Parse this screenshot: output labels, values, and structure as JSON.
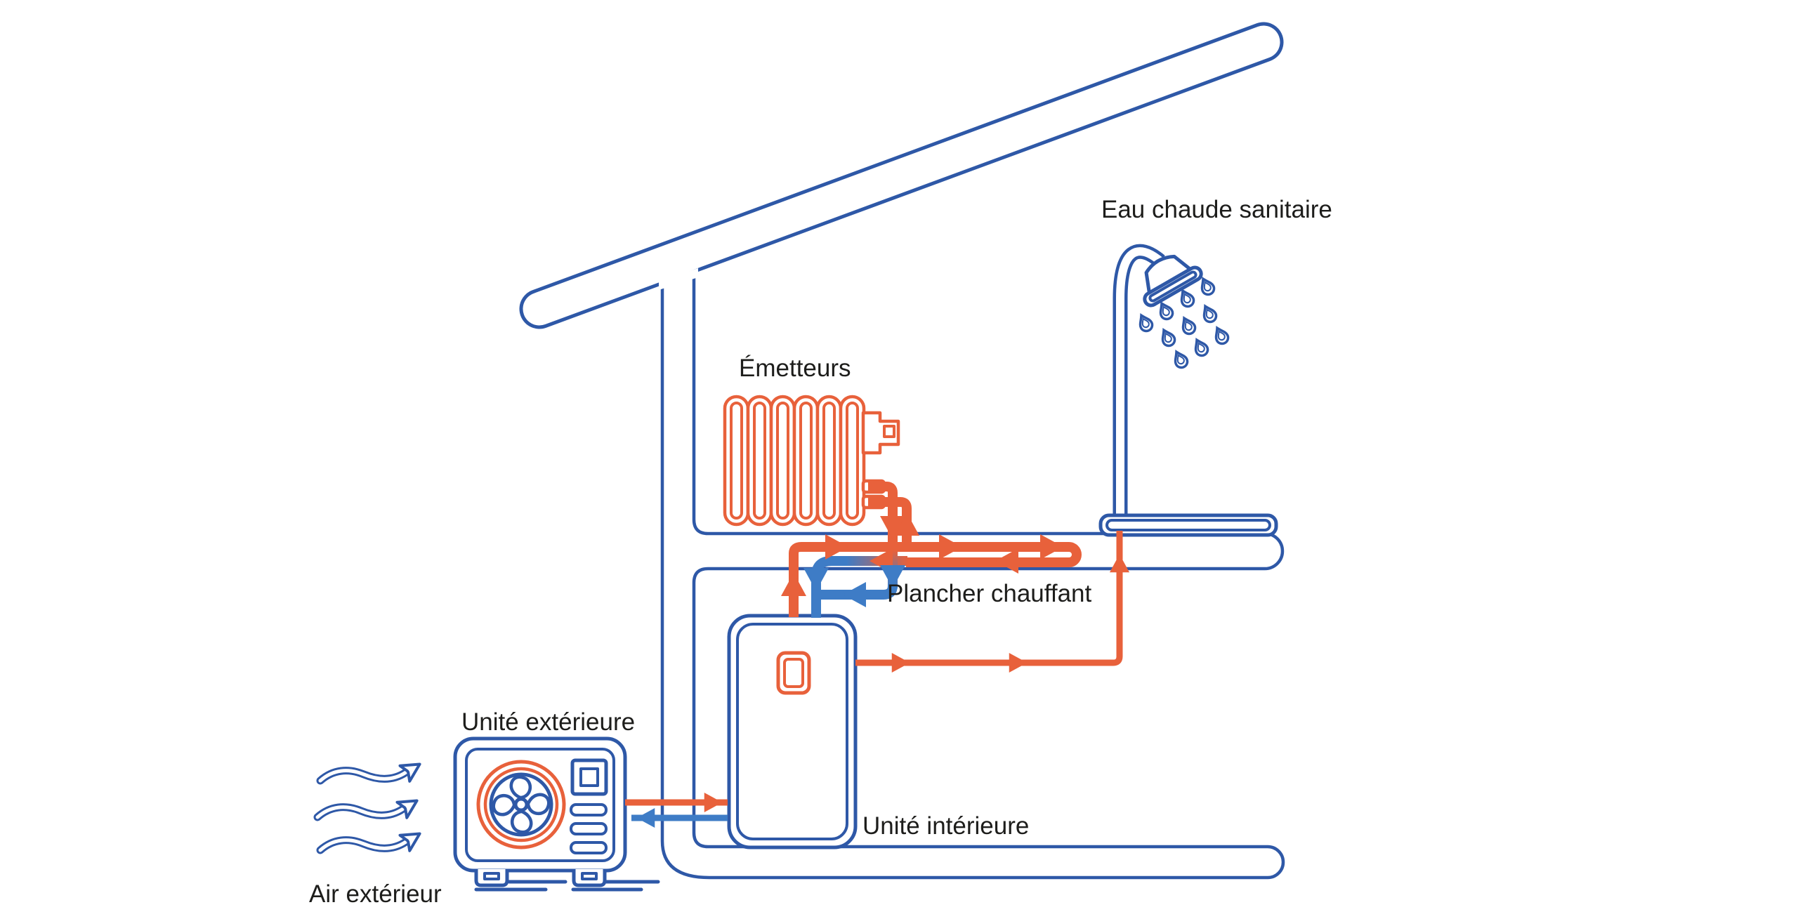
{
  "labels": {
    "eau_chaude_sanitaire": "Eau chaude sanitaire",
    "emetteurs": "Émetteurs",
    "plancher_chauffant": "Plancher chauffant",
    "unite_interieure": "Unité intérieure",
    "unite_exterieure": "Unité extérieure",
    "air_exterieur": "Air extérieur"
  },
  "colors": {
    "house-blue": "#2e58a7",
    "pipe-blue": "#3e7cc6",
    "pipe-orange": "#e8613b",
    "text-dark": "#1d1d1b",
    "background": "#ffffff"
  },
  "icons": {
    "shower": "shower-icon",
    "radiator": "radiator-icon",
    "indoor_unit": "indoor-unit-icon",
    "outdoor_unit": "outdoor-unit-icon",
    "fan": "fan-icon",
    "air_flow": "wave-arrow-icon",
    "house": "house-section-icon"
  },
  "flows": [
    {
      "path": "Air extérieur → Unité extérieure",
      "color": "blue",
      "style": "wavy-arrows"
    },
    {
      "path": "Unité extérieure → Unité intérieure",
      "color": "orange"
    },
    {
      "path": "Unité intérieure → Unité extérieure",
      "color": "blue"
    },
    {
      "path": "Unité intérieure → Émetteurs / Plancher chauffant",
      "color": "orange"
    },
    {
      "path": "Émetteurs / Plancher chauffant → Unité intérieure",
      "color": "blue"
    },
    {
      "path": "Unité intérieure → Eau chaude sanitaire",
      "color": "orange"
    }
  ]
}
